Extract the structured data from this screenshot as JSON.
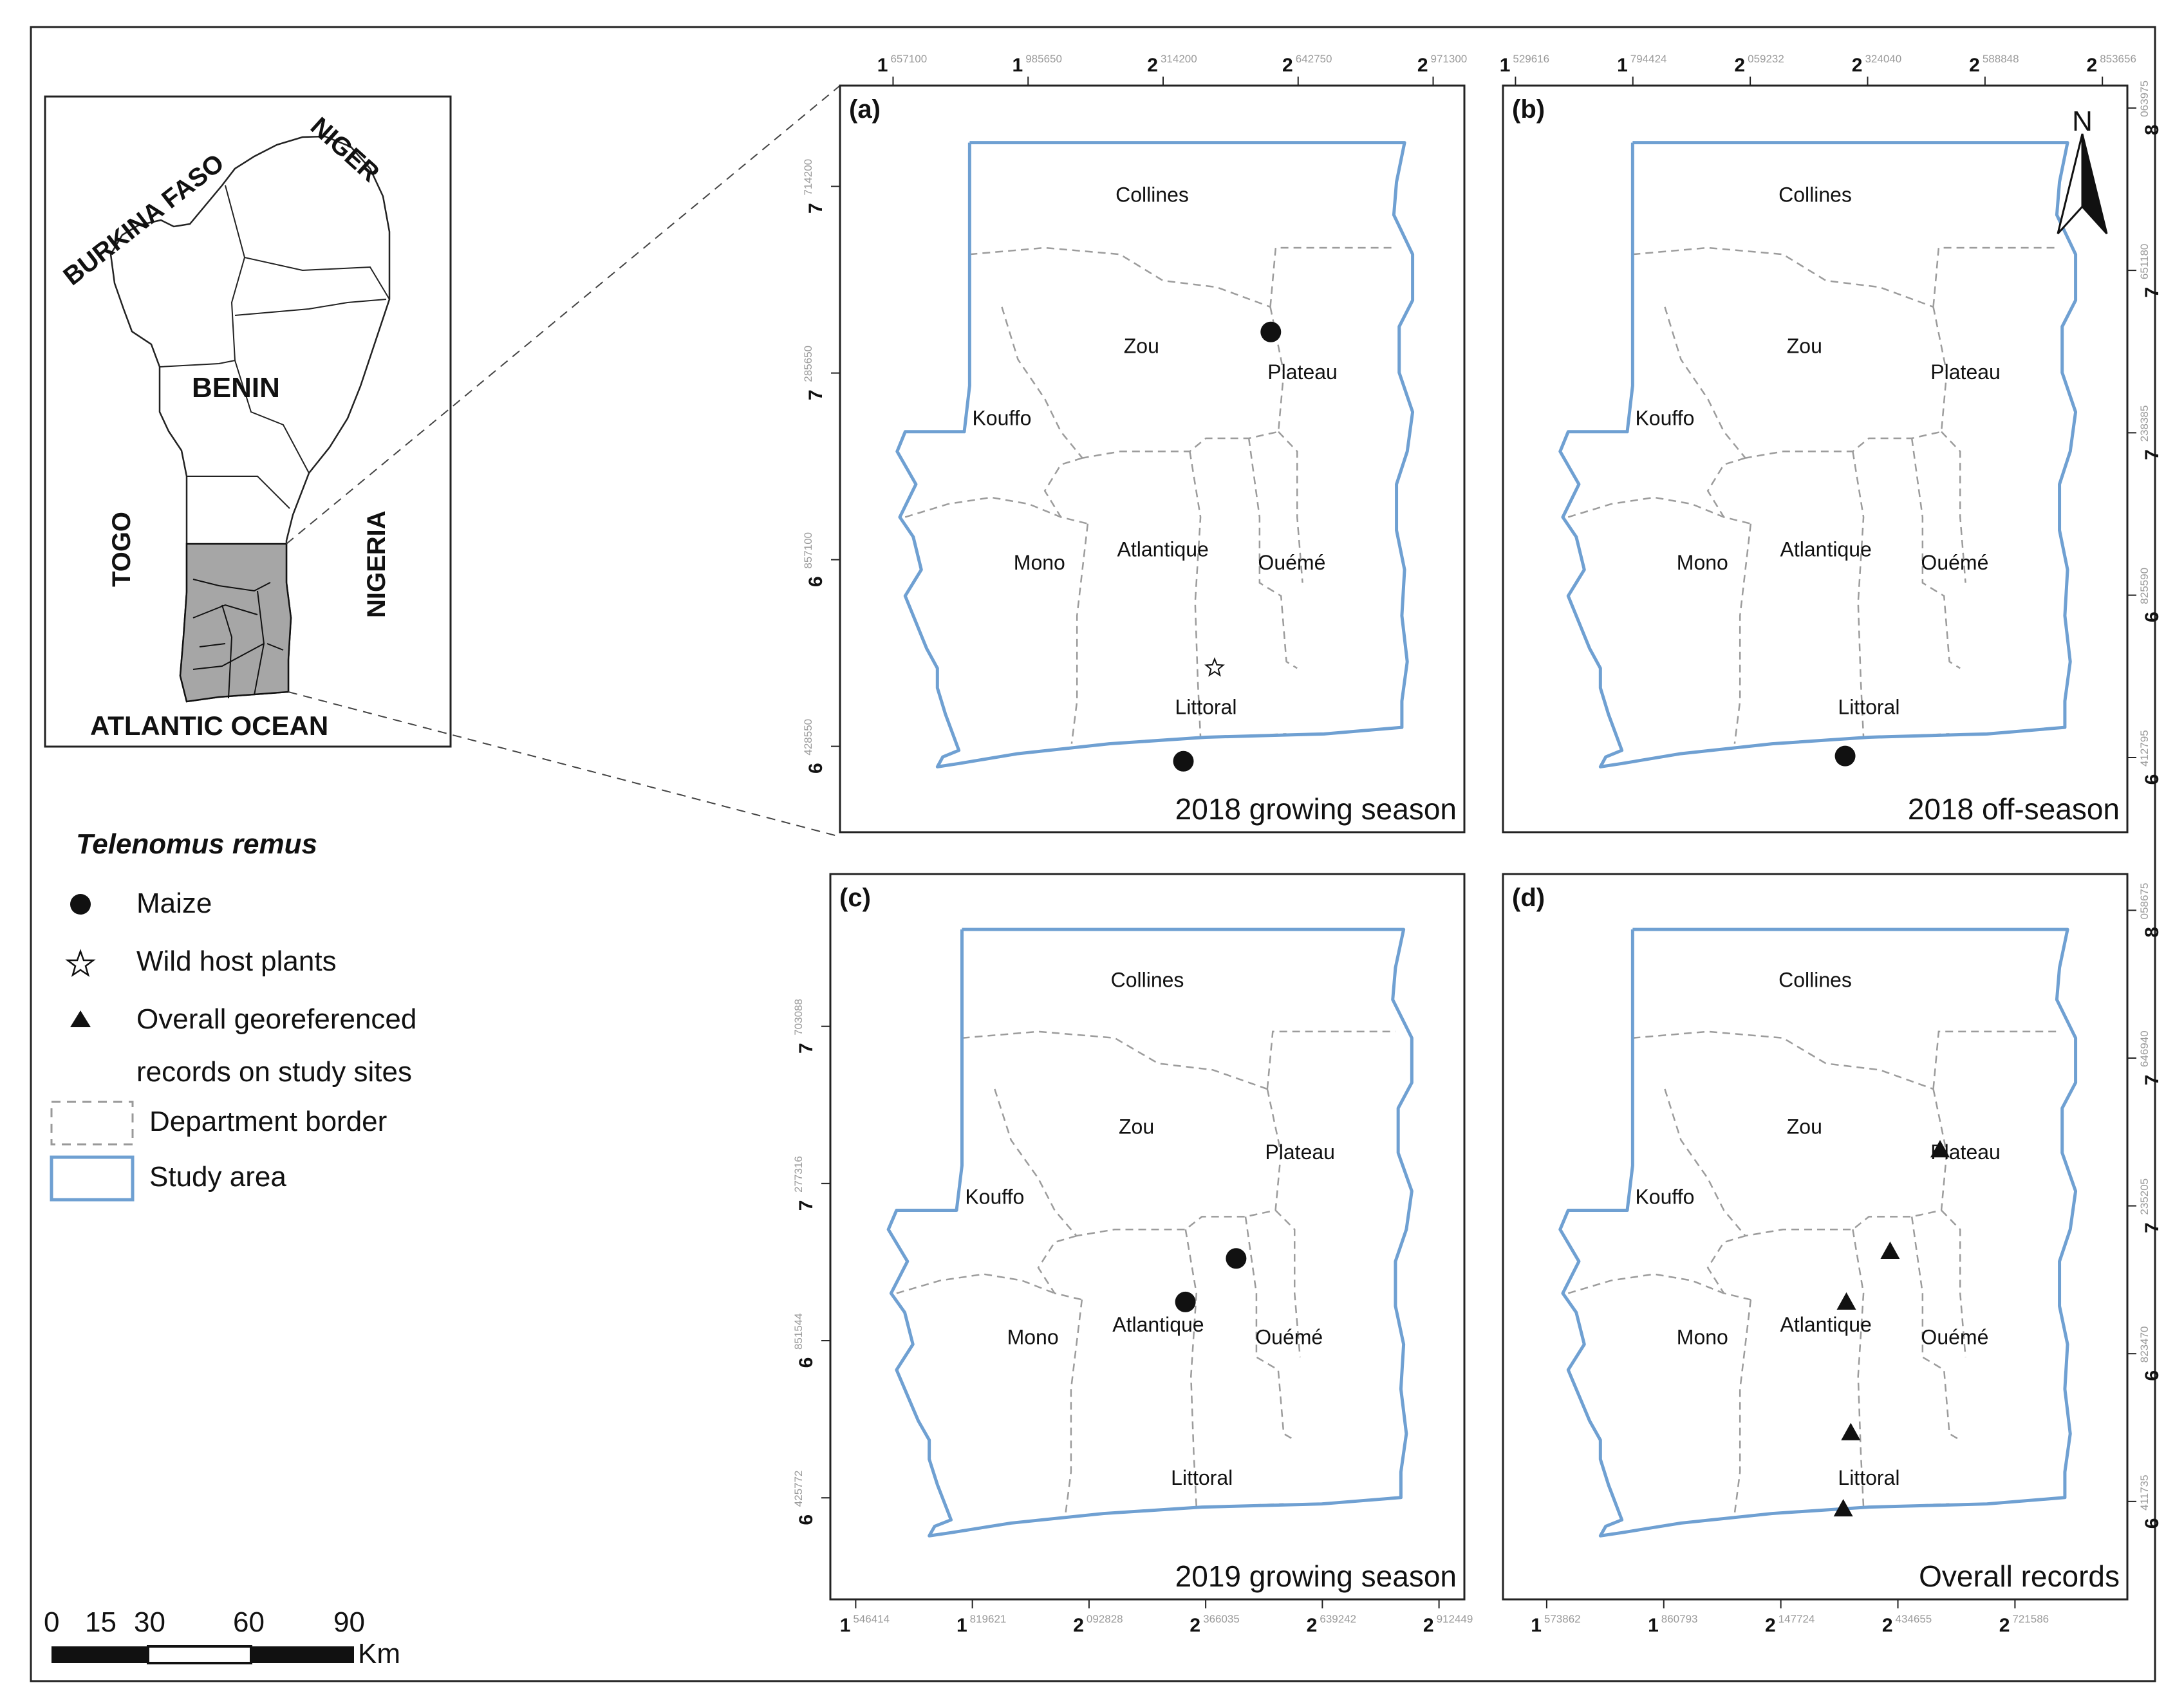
{
  "inset": {
    "countries": [
      "BURKINA FASO",
      "NIGER",
      "BENIN",
      "TOGO",
      "NIGERIA"
    ],
    "ocean": "ATLANTIC OCEAN"
  },
  "legend": {
    "title": "Telenomus remus",
    "maize": "Maize",
    "wild": "Wild host plants",
    "overall_line1": "Overall georeferenced",
    "overall_line2": "records on study sites",
    "department": "Department border",
    "study": "Study area"
  },
  "scalebar": {
    "ticks": [
      "0",
      "15",
      "30",
      "60",
      "90"
    ],
    "unit": "Km"
  },
  "departments": [
    "Collines",
    "Zou",
    "Plateau",
    "Kouffo",
    "Mono",
    "Atlantique",
    "Ouémé",
    "Littoral"
  ],
  "north_label": "N",
  "panels": [
    {
      "id": "a",
      "tag": "(a)",
      "caption": "2018 growing season",
      "x_ticks": [
        [
          "1",
          "657100"
        ],
        [
          "1",
          "985650"
        ],
        [
          "2",
          "314200"
        ],
        [
          "2",
          "642750"
        ],
        [
          "2",
          "971300"
        ]
      ],
      "y_ticks": [
        [
          "7",
          "714200"
        ],
        [
          "7",
          "285650"
        ],
        [
          "6",
          "857100"
        ],
        [
          "6",
          "428550"
        ]
      ],
      "y_side": "left",
      "x_side": "top",
      "markers": [
        {
          "type": "maize",
          "label": "Maize",
          "x": 0.69,
          "y": 0.33
        },
        {
          "type": "wild",
          "label": "Wild host plants",
          "x": 0.6,
          "y": 0.78
        },
        {
          "type": "maize",
          "label": "Maize",
          "x": 0.55,
          "y": 0.905
        }
      ]
    },
    {
      "id": "b",
      "tag": "(b)",
      "caption": "2018 off-season",
      "x_ticks": [
        [
          "1",
          "529616"
        ],
        [
          "1",
          "794424"
        ],
        [
          "2",
          "059232"
        ],
        [
          "2",
          "324040"
        ],
        [
          "2",
          "588848"
        ],
        [
          "2",
          "853656"
        ]
      ],
      "y_ticks": [
        [
          "8",
          "063975"
        ],
        [
          "7",
          "651180"
        ],
        [
          "7",
          "238385"
        ],
        [
          "6",
          "825590"
        ],
        [
          "6",
          "412795"
        ]
      ],
      "y_side": "right",
      "x_side": "top",
      "markers": [
        {
          "type": "maize",
          "label": "Maize",
          "x": 0.548,
          "y": 0.898
        }
      ]
    },
    {
      "id": "c",
      "tag": "(c)",
      "caption": "2019 growing season",
      "x_ticks": [
        [
          "1",
          "546414"
        ],
        [
          "1",
          "819621"
        ],
        [
          "2",
          "092828"
        ],
        [
          "2",
          "366035"
        ],
        [
          "2",
          "639242"
        ],
        [
          "2",
          "912449"
        ]
      ],
      "y_ticks": [
        [
          "7",
          "703088"
        ],
        [
          "7",
          "277316"
        ],
        [
          "6",
          "851544"
        ],
        [
          "6",
          "425772"
        ]
      ],
      "y_side": "left",
      "x_side": "bottom",
      "markers": [
        {
          "type": "maize",
          "label": "Maize",
          "x": 0.64,
          "y": 0.53
        },
        {
          "type": "maize",
          "label": "Maize",
          "x": 0.56,
          "y": 0.59
        }
      ]
    },
    {
      "id": "d",
      "tag": "(d)",
      "caption": "Overall records",
      "x_ticks": [
        [
          "1",
          "573862"
        ],
        [
          "1",
          "860793"
        ],
        [
          "2",
          "147724"
        ],
        [
          "2",
          "434655"
        ],
        [
          "2",
          "721586"
        ]
      ],
      "y_ticks": [
        [
          "8",
          "058675"
        ],
        [
          "7",
          "646940"
        ],
        [
          "7",
          "235205"
        ],
        [
          "6",
          "823470"
        ],
        [
          "6",
          "411735"
        ]
      ],
      "y_side": "right",
      "x_side": "bottom",
      "markers": [
        {
          "type": "overall",
          "label": "Overall georeferenced records on study sites",
          "x": 0.7,
          "y": 0.38
        },
        {
          "type": "overall",
          "label": "Overall georeferenced records on study sites",
          "x": 0.62,
          "y": 0.52
        },
        {
          "type": "overall",
          "label": "Overall georeferenced records on study sites",
          "x": 0.55,
          "y": 0.59
        },
        {
          "type": "overall",
          "label": "Overall georeferenced records on study sites",
          "x": 0.557,
          "y": 0.77
        },
        {
          "type": "overall",
          "label": "Overall georeferenced records on study sites",
          "x": 0.545,
          "y": 0.875
        }
      ]
    }
  ]
}
